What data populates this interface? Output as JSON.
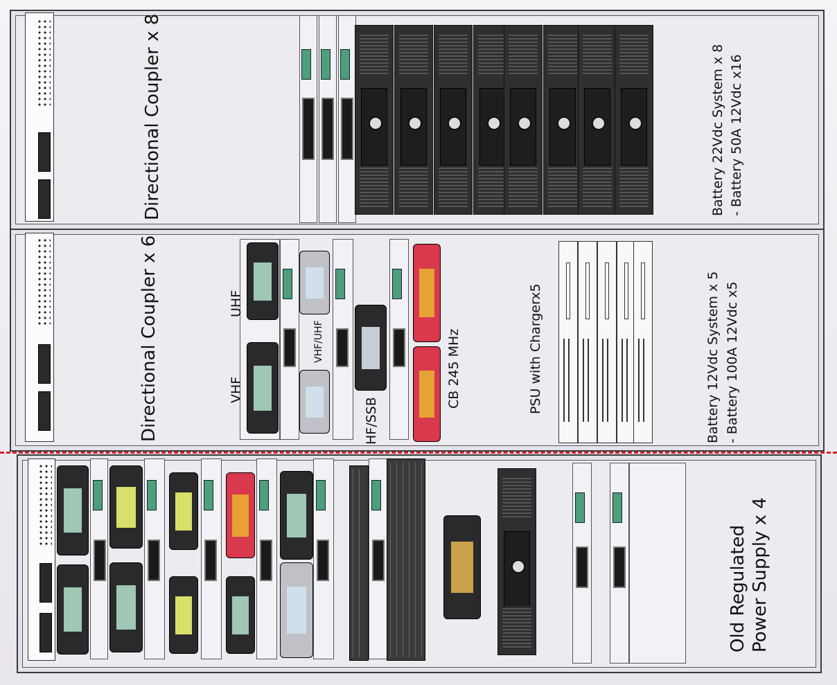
{
  "diagram": {
    "sections": {
      "top": {
        "coupler_label": "Directional Coupler x 8",
        "battery_label_line1": "Battery 22Vdc System x 8",
        "battery_label_line2": "- Battery 50A 12Vdc x16"
      },
      "middle": {
        "coupler_label": "Directional Coupler x 6",
        "radio_labels": {
          "vhf": "VHF",
          "uhf": "UHF",
          "vhf_uhf": "VHF/UHF",
          "hf_ssb": "HF/SSB",
          "cb": "CB 245 MHz"
        },
        "psu_label": "PSU with Chargerx5",
        "battery_label_line1": "Battery 12Vdc System x 5",
        "battery_label_line2": "- Battery 100A 12Vdc x5"
      },
      "bottom": {
        "psu_label_line1": "Old Regulated",
        "psu_label_line2": "Power Supply x 4"
      }
    },
    "colors": {
      "separator": "#d62030",
      "rack_frame": "#3a3a3a",
      "coupler_green": "#4e9e7a"
    }
  }
}
